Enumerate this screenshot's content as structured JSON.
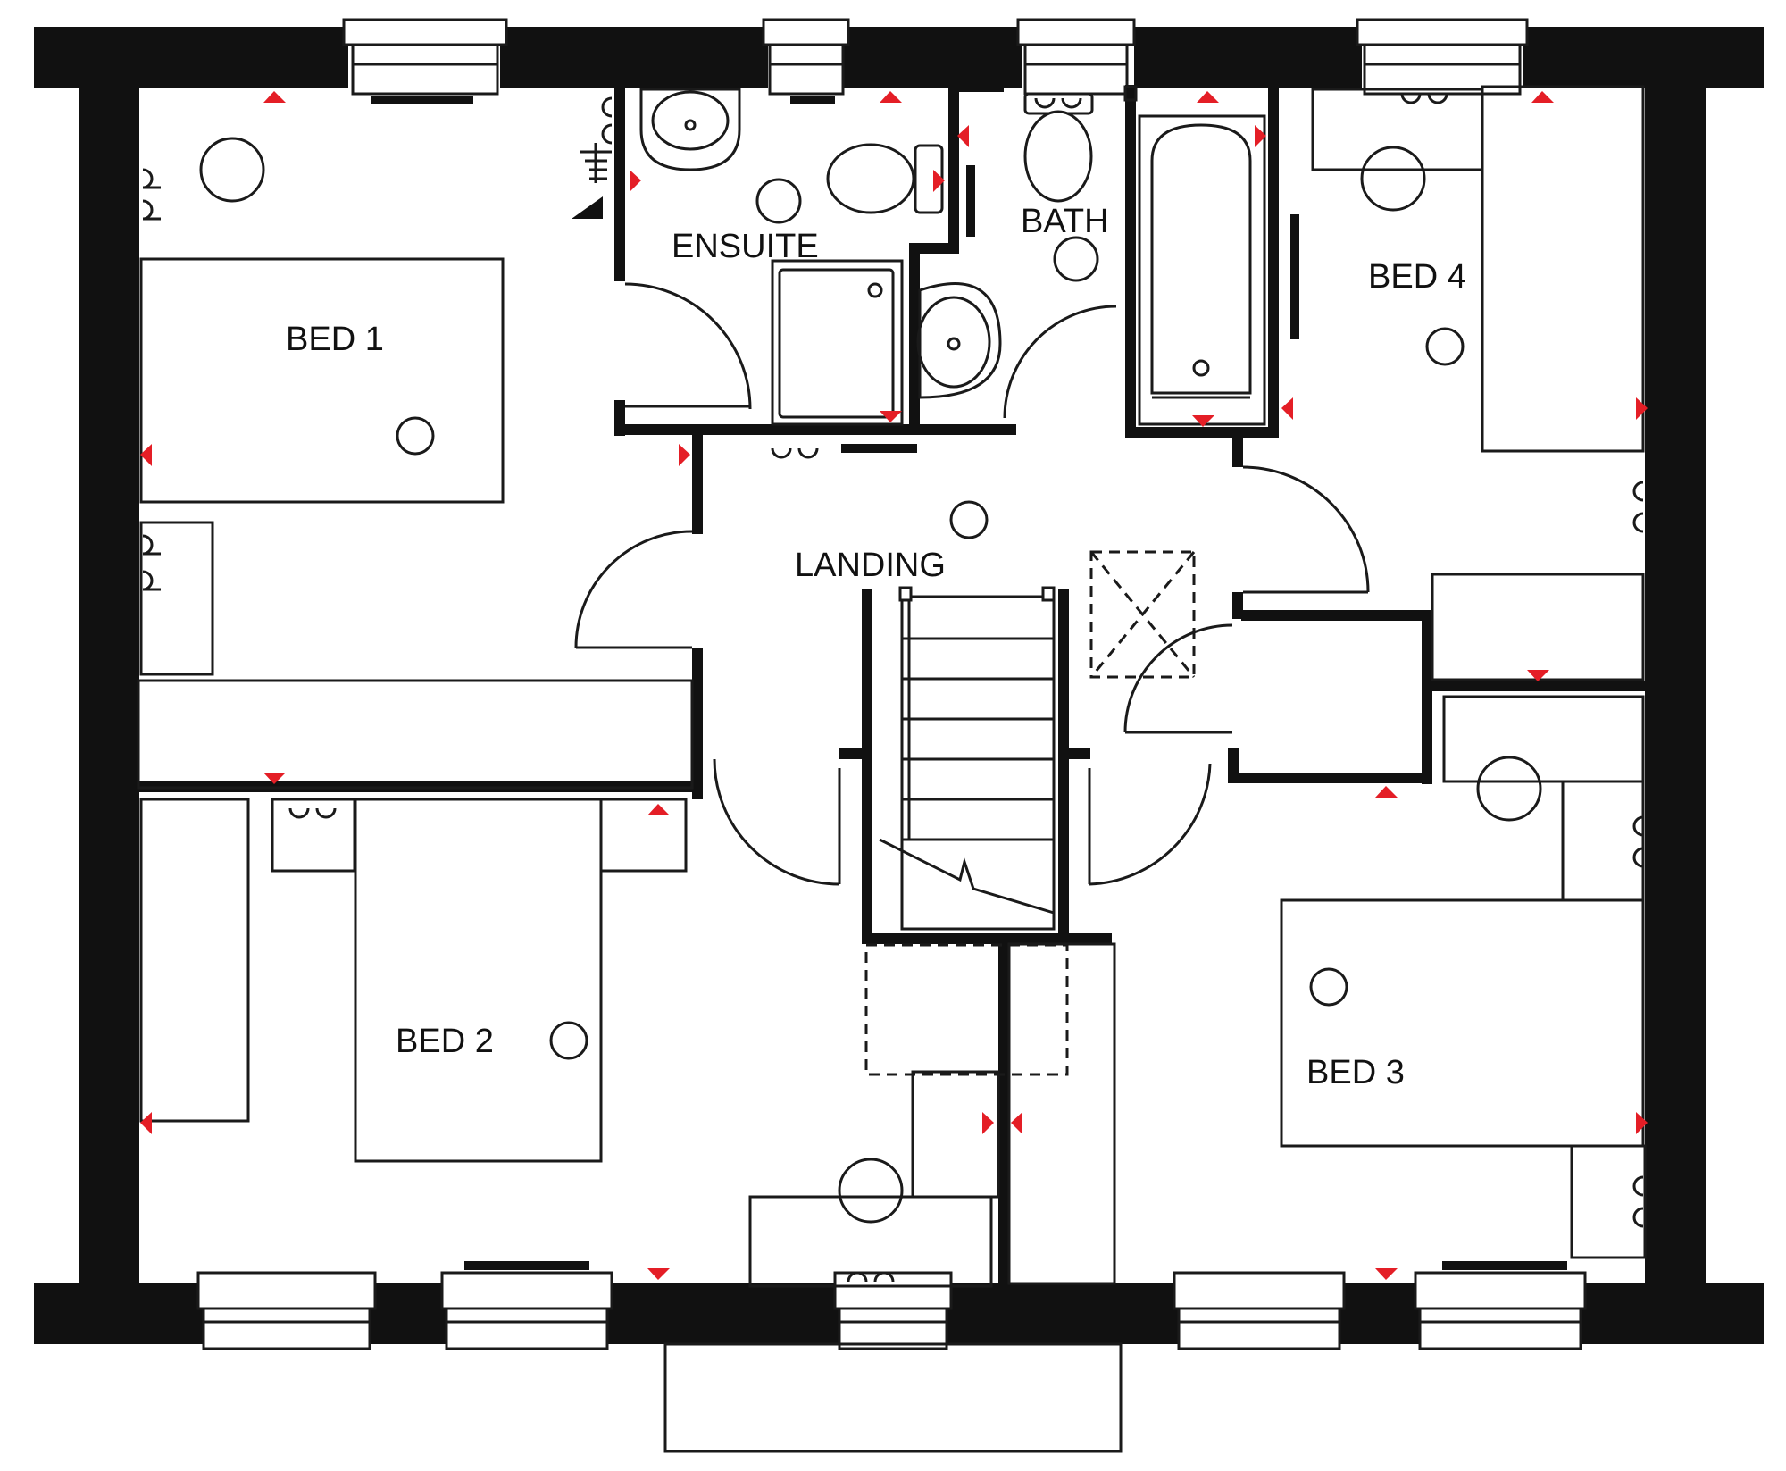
{
  "rooms": {
    "bed1": "BED 1",
    "ensuite": "ENSUITE",
    "bath": "BATH",
    "bed4": "BED 4",
    "landing": "LANDING",
    "bed2": "BED 2",
    "bed3": "BED 3"
  },
  "colors": {
    "wall": "#111111",
    "line": "#1a1a1a",
    "marker": "#e41e26",
    "background": "#ffffff"
  },
  "icons": {
    "light_point": "circle",
    "socket": "double-semicircle",
    "radiator": "bar",
    "electrical_marker": "red-triangle"
  }
}
